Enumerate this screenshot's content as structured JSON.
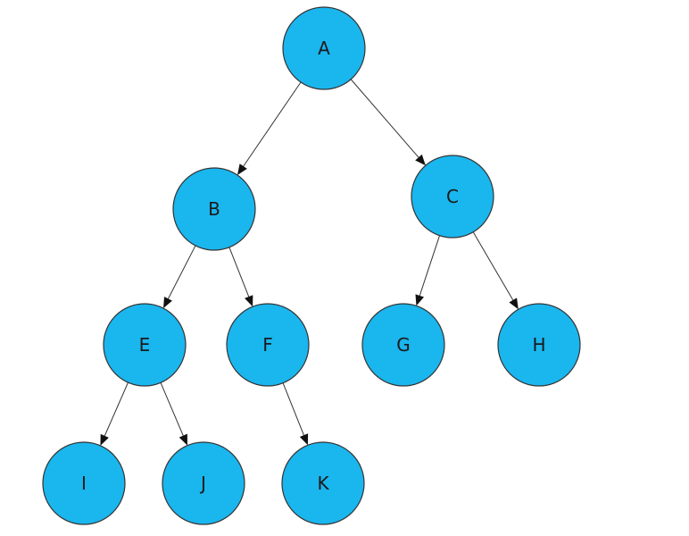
{
  "colors": {
    "node_fill": "#1ab6ee",
    "node_stroke": "#333333",
    "edge": "#333333",
    "arrow": "#111111"
  },
  "diagram": {
    "nodes": [
      {
        "id": "A",
        "label": "A"
      },
      {
        "id": "B",
        "label": "B"
      },
      {
        "id": "C",
        "label": "C"
      },
      {
        "id": "E",
        "label": "E"
      },
      {
        "id": "F",
        "label": "F"
      },
      {
        "id": "G",
        "label": "G"
      },
      {
        "id": "H",
        "label": "H"
      },
      {
        "id": "I",
        "label": "I"
      },
      {
        "id": "J",
        "label": "J"
      },
      {
        "id": "K",
        "label": "K"
      }
    ],
    "edges": [
      {
        "from": "A",
        "to": "B"
      },
      {
        "from": "A",
        "to": "C"
      },
      {
        "from": "B",
        "to": "E"
      },
      {
        "from": "B",
        "to": "F"
      },
      {
        "from": "C",
        "to": "G"
      },
      {
        "from": "C",
        "to": "H"
      },
      {
        "from": "E",
        "to": "I"
      },
      {
        "from": "E",
        "to": "J"
      },
      {
        "from": "F",
        "to": "K"
      }
    ]
  }
}
